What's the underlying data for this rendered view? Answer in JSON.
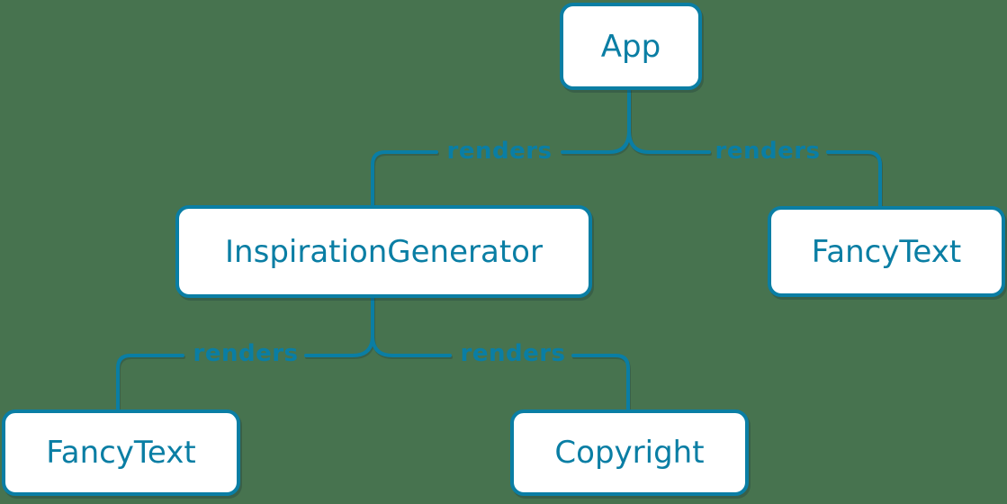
{
  "colors": {
    "background": "#47734F",
    "accent": "#0A7EA4",
    "node_fill": "#FFFFFF"
  },
  "diagram": {
    "title": "component-render-tree",
    "nodes": [
      {
        "id": "app",
        "label": "App"
      },
      {
        "id": "inspiration-generator",
        "label": "InspirationGenerator"
      },
      {
        "id": "fancy-text-top",
        "label": "FancyText"
      },
      {
        "id": "fancy-text-bottom",
        "label": "FancyText"
      },
      {
        "id": "copyright",
        "label": "Copyright"
      }
    ],
    "edges": [
      {
        "from": "App",
        "to": "InspirationGenerator",
        "label": "renders"
      },
      {
        "from": "App",
        "to": "FancyText",
        "label": "renders"
      },
      {
        "from": "InspirationGenerator",
        "to": "FancyText",
        "label": "renders"
      },
      {
        "from": "InspirationGenerator",
        "to": "Copyright",
        "label": "renders"
      }
    ]
  }
}
